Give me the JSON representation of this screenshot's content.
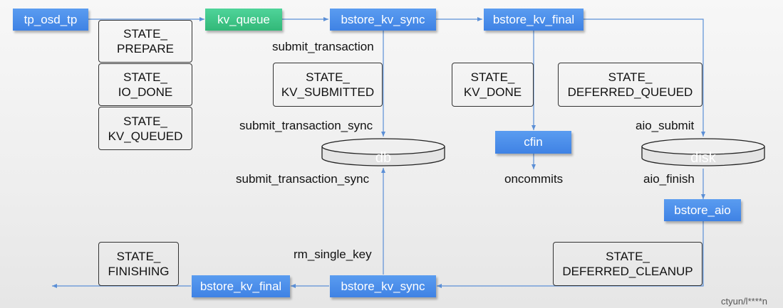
{
  "nodes": {
    "tp_osd_tp": "tp_osd_tp",
    "kv_queue": "kv_queue",
    "bstore_kv_sync_top": "bstore_kv_sync",
    "bstore_kv_final_top": "bstore_kv_final",
    "cfin": "cfin",
    "bstore_aio": "bstore_aio",
    "bstore_kv_sync_bottom": "bstore_kv_sync",
    "bstore_kv_final_bottom": "bstore_kv_final"
  },
  "states": {
    "prepare": [
      "STATE_",
      "PREPARE"
    ],
    "io_done": [
      "STATE_",
      "IO_DONE"
    ],
    "kv_queued": [
      "STATE_",
      "KV_QUEUED"
    ],
    "kv_submitted": [
      "STATE_",
      "KV_SUBMITTED"
    ],
    "kv_done": [
      "STATE_",
      "KV_DONE"
    ],
    "deferred_queued": [
      "STATE_",
      "DEFERRED_QUEUED"
    ],
    "finishing": [
      "STATE_",
      "FINISHING"
    ],
    "deferred_cleanup": [
      "STATE_",
      "DEFERRED_CLEANUP"
    ]
  },
  "labels": {
    "submit_transaction": "submit_transaction",
    "submit_transaction_sync_1": "submit_transaction_sync",
    "submit_transaction_sync_2": "submit_transaction_sync",
    "oncommits": "oncommits",
    "aio_submit": "aio_submit",
    "aio_finish": "aio_finish",
    "rm_single_key": "rm_single_key"
  },
  "stores": {
    "db": "db",
    "disk": "disk"
  },
  "watermark": "ctyun/l****n",
  "colors": {
    "node_blue": "#4a8ded",
    "node_green": "#3cc487",
    "arrow": "#5b8fd6"
  }
}
